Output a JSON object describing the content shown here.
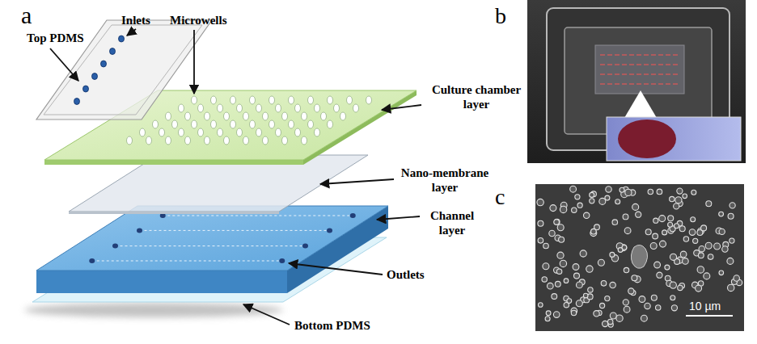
{
  "diagram": {
    "labels": [
      "a",
      "Top PDMS",
      "Inlets",
      "Microwells",
      "Culture chamber layer",
      "Nano-membrane layer",
      "Channel layer",
      "Outlets",
      "Bottom PDMS",
      "b",
      "c",
      "10 µm"
    ]
  }
}
